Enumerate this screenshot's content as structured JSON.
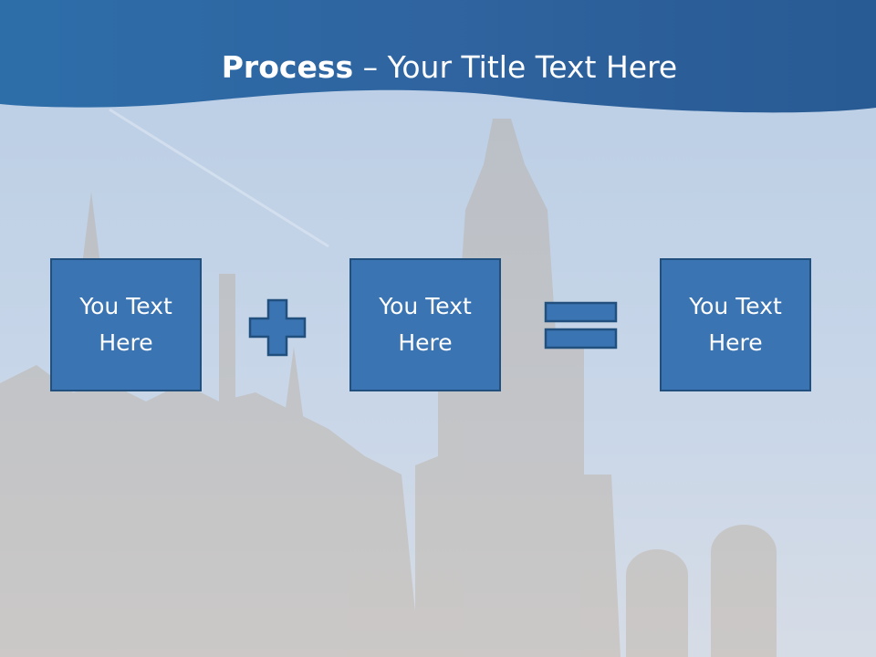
{
  "slide": {
    "title_bold": "Process",
    "title_rest": " – Your Title Text Here",
    "boxes": [
      {
        "label": "You Text Here"
      },
      {
        "label": "You Text Here"
      },
      {
        "label": "You Text Here"
      }
    ],
    "operators": [
      "plus-icon",
      "equals-icon"
    ],
    "colors": {
      "header": "#2f6aa6",
      "box_fill": "#3a74b2",
      "box_border": "#21507f",
      "text": "#ffffff"
    }
  }
}
